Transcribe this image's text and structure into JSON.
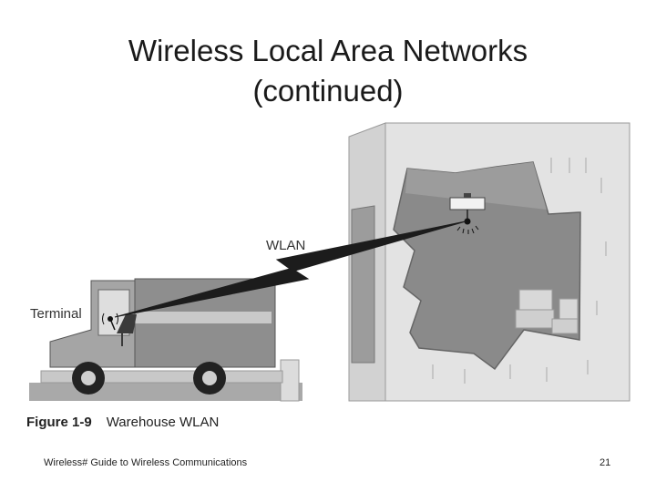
{
  "slide": {
    "title_line1": "Wireless Local Area Networks",
    "title_line2": "(continued)",
    "footer": "Wireless# Guide to Wireless Communications",
    "page_number": "21"
  },
  "figure": {
    "label_wlan": "WLAN",
    "label_terminal": "Terminal",
    "caption_number": "Figure 1-9",
    "caption_text": "Warehouse WLAN"
  }
}
